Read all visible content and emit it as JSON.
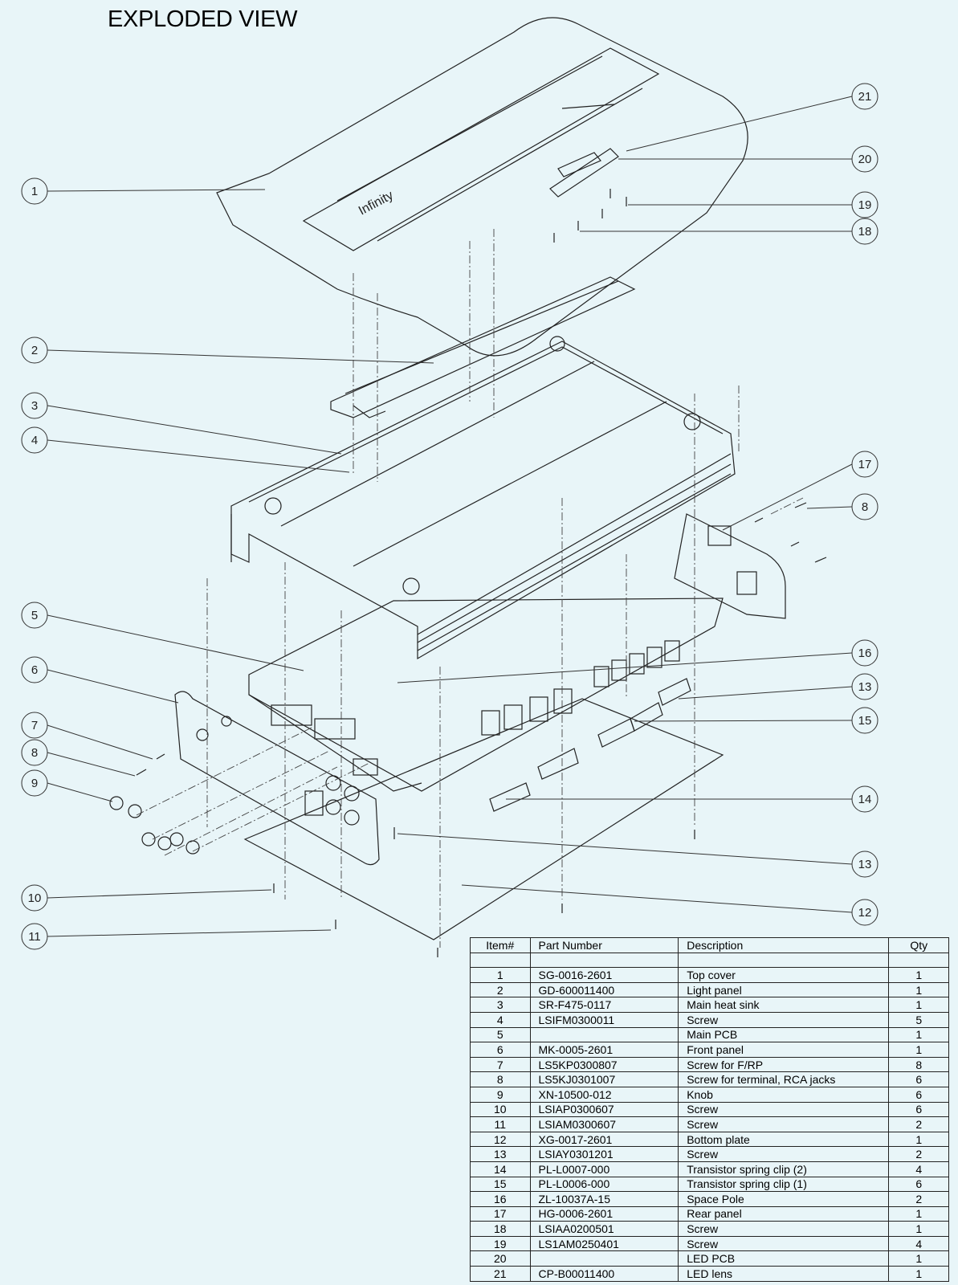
{
  "title": "EXPLODED VIEW",
  "brand_logo": "Infinity",
  "callouts": [
    "1",
    "2",
    "3",
    "4",
    "5",
    "6",
    "7",
    "8",
    "9",
    "10",
    "11",
    "12",
    "13",
    "13",
    "14",
    "15",
    "16",
    "17",
    "8",
    "18",
    "19",
    "20",
    "21"
  ],
  "table": {
    "headers": [
      "Item#",
      "Part Number",
      "Description",
      "Qty"
    ],
    "rows": [
      [
        "1",
        "SG-0016-2601",
        "Top cover",
        "1"
      ],
      [
        "2",
        "GD-600011400",
        "Light panel",
        "1"
      ],
      [
        "3",
        "SR-F475-0117",
        "Main heat sink",
        "1"
      ],
      [
        "4",
        "LSIFM0300011",
        "Screw",
        "5"
      ],
      [
        "5",
        "",
        "Main PCB",
        "1"
      ],
      [
        "6",
        "MK-0005-2601",
        "Front panel",
        "1"
      ],
      [
        "7",
        "LS5KP0300807",
        "Screw for F/RP",
        "8"
      ],
      [
        "8",
        "LS5KJ0301007",
        "Screw for terminal, RCA jacks",
        "6"
      ],
      [
        "9",
        "XN-10500-012",
        "Knob",
        "6"
      ],
      [
        "10",
        "LSIAP0300607",
        "Screw",
        "6"
      ],
      [
        "11",
        "LSIAM0300607",
        "Screw",
        "2"
      ],
      [
        "12",
        "XG-0017-2601",
        "Bottom plate",
        "1"
      ],
      [
        "13",
        "LSIAY0301201",
        "Screw",
        "2"
      ],
      [
        "14",
        "PL-L0007-000",
        "Transistor spring clip (2)",
        "4"
      ],
      [
        "15",
        "PL-L0006-000",
        "Transistor spring clip (1)",
        "6"
      ],
      [
        "16",
        "ZL-10037A-15",
        "Space Pole",
        "2"
      ],
      [
        "17",
        "HG-0006-2601",
        "Rear panel",
        "1"
      ],
      [
        "18",
        "LSIAA0200501",
        "Screw",
        "1"
      ],
      [
        "19",
        "LS1AM0250401",
        "Screw",
        "4"
      ],
      [
        "20",
        "",
        "LED PCB",
        "1"
      ],
      [
        "21",
        "CP-B00011400",
        "LED lens",
        "1"
      ]
    ]
  }
}
